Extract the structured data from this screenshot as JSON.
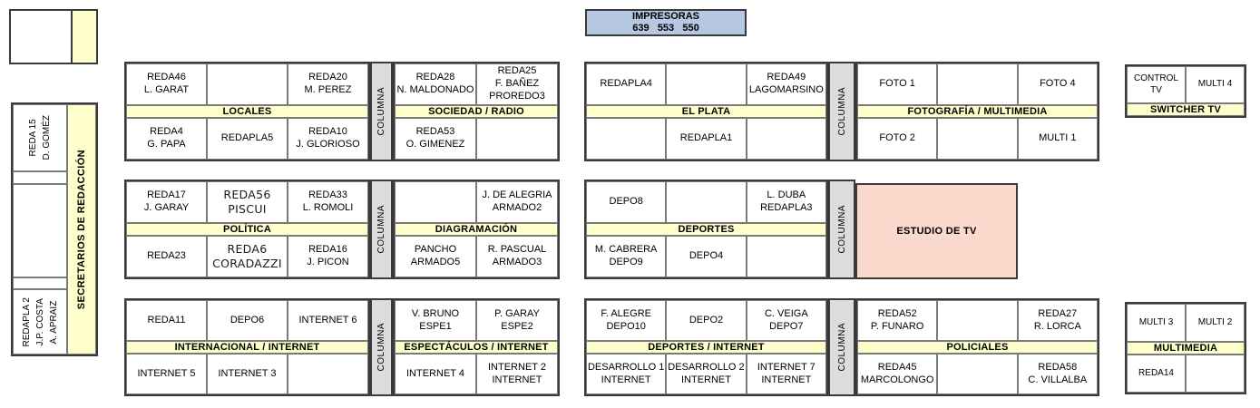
{
  "colors": {
    "section_header_bg": "#ffffcc",
    "pillar_bg": "#dcdcdc",
    "printers_bg": "#b5c7e1",
    "studio_bg": "#fbd9cc",
    "outer_border": "#3a3a3a",
    "inner_border": "#7a7a7a"
  },
  "labels": {
    "columna": "COLUMNA",
    "estudio": "ESTUDIO DE TV"
  },
  "printers": {
    "title": "IMPRESORAS",
    "numbers": "639   553   550"
  },
  "left_panel": {
    "label": "SECRETARIOS DE REDACCIÓN",
    "cells": [
      "REDA 15\nD. GOMÉZ",
      "",
      "",
      "",
      "REDAPLA 2\nJ.P. COSTA\nA. APRAIZ"
    ]
  },
  "clusters": {
    "locales": {
      "header": "LOCALES",
      "top": [
        "REDA46\nL. GARAT",
        "",
        "REDA20\nM. PEREZ"
      ],
      "bottom": [
        "REDA4\nG. PAPA",
        "REDAPLA5",
        "REDA10\nJ. GLORIOSO"
      ]
    },
    "sociedad": {
      "header": "SOCIEDAD / RADIO",
      "top": [
        "REDA28\nN. MALDONADO",
        "REDA25\nF. BAÑEZ\nPROREDO3"
      ],
      "bottom": [
        "REDA53\nO. GIMENEZ",
        ""
      ]
    },
    "elplata": {
      "header": "EL PLATA",
      "top": [
        "REDAPLA4",
        "",
        "REDA49\nLAGOMARSINO"
      ],
      "bottom": [
        "",
        "REDAPLA1",
        ""
      ]
    },
    "fotografia": {
      "header": "FOTOGRAFÍA / MULTIMEDIA",
      "top": [
        "FOTO 1",
        "",
        "FOTO 4"
      ],
      "bottom": [
        "FOTO 2",
        "",
        "MULTI 1"
      ]
    },
    "switcher": {
      "header": "SWITCHER TV",
      "top": [
        "CONTROL TV",
        "MULTI 4"
      ]
    },
    "politica": {
      "header": "POLÍTICA",
      "top": [
        "REDA17\nJ. GARAY",
        "REDA56\nPISCUI",
        "REDA33\nL. ROMOLI"
      ],
      "bottom": [
        "REDA23",
        "REDA6\nCORADAZZI",
        "REDA16\nJ. PICON"
      ]
    },
    "diagramacion": {
      "header": "DIAGRAMACIÓN",
      "top": [
        "",
        "J. DE ALEGRIA\nARMADO2"
      ],
      "bottom": [
        "PANCHO\nARMADO5",
        "R. PASCUAL\nARMADO3"
      ]
    },
    "deportes": {
      "header": "DEPORTES",
      "top": [
        "DEPO8",
        "",
        "L. DUBA\nREDAPLA3"
      ],
      "bottom": [
        "M. CABRERA\nDEPO9",
        "DEPO4",
        ""
      ]
    },
    "internacional": {
      "header": "INTERNACIONAL / INTERNET",
      "top": [
        "REDA11",
        "DEPO6",
        "INTERNET 6"
      ],
      "bottom": [
        "INTERNET 5",
        "INTERNET 3",
        ""
      ]
    },
    "espectaculos": {
      "header": "ESPECTÁCULOS / INTERNET",
      "top": [
        "V. BRUNO\nESPE1",
        "P. GARAY\nESPE2"
      ],
      "bottom": [
        "INTERNET 4",
        "INTERNET 2\nINTERNET"
      ]
    },
    "deportes_internet": {
      "header": "DEPORTES / INTERNET",
      "top": [
        "F. ALEGRE\nDEPO10",
        "DEPO2",
        "C. VEIGA\nDEPO7"
      ],
      "bottom": [
        "DESARROLLO 1\nINTERNET",
        "DESARROLLO 2\nINTERNET",
        "INTERNET 7\nINTERNET"
      ]
    },
    "policiales": {
      "header": "POLICIALES",
      "top": [
        "REDA52\nP. FUNARO",
        "",
        "REDA27\nR. LORCA"
      ],
      "bottom": [
        "REDA45\nMARCOLONGO",
        "",
        "REDA58\nC. VILLALBA"
      ]
    },
    "multimedia": {
      "header": "MULTIMEDIA",
      "top": [
        "MULTI 3",
        "MULTI 2"
      ],
      "bottom": [
        "REDA14",
        ""
      ]
    }
  }
}
